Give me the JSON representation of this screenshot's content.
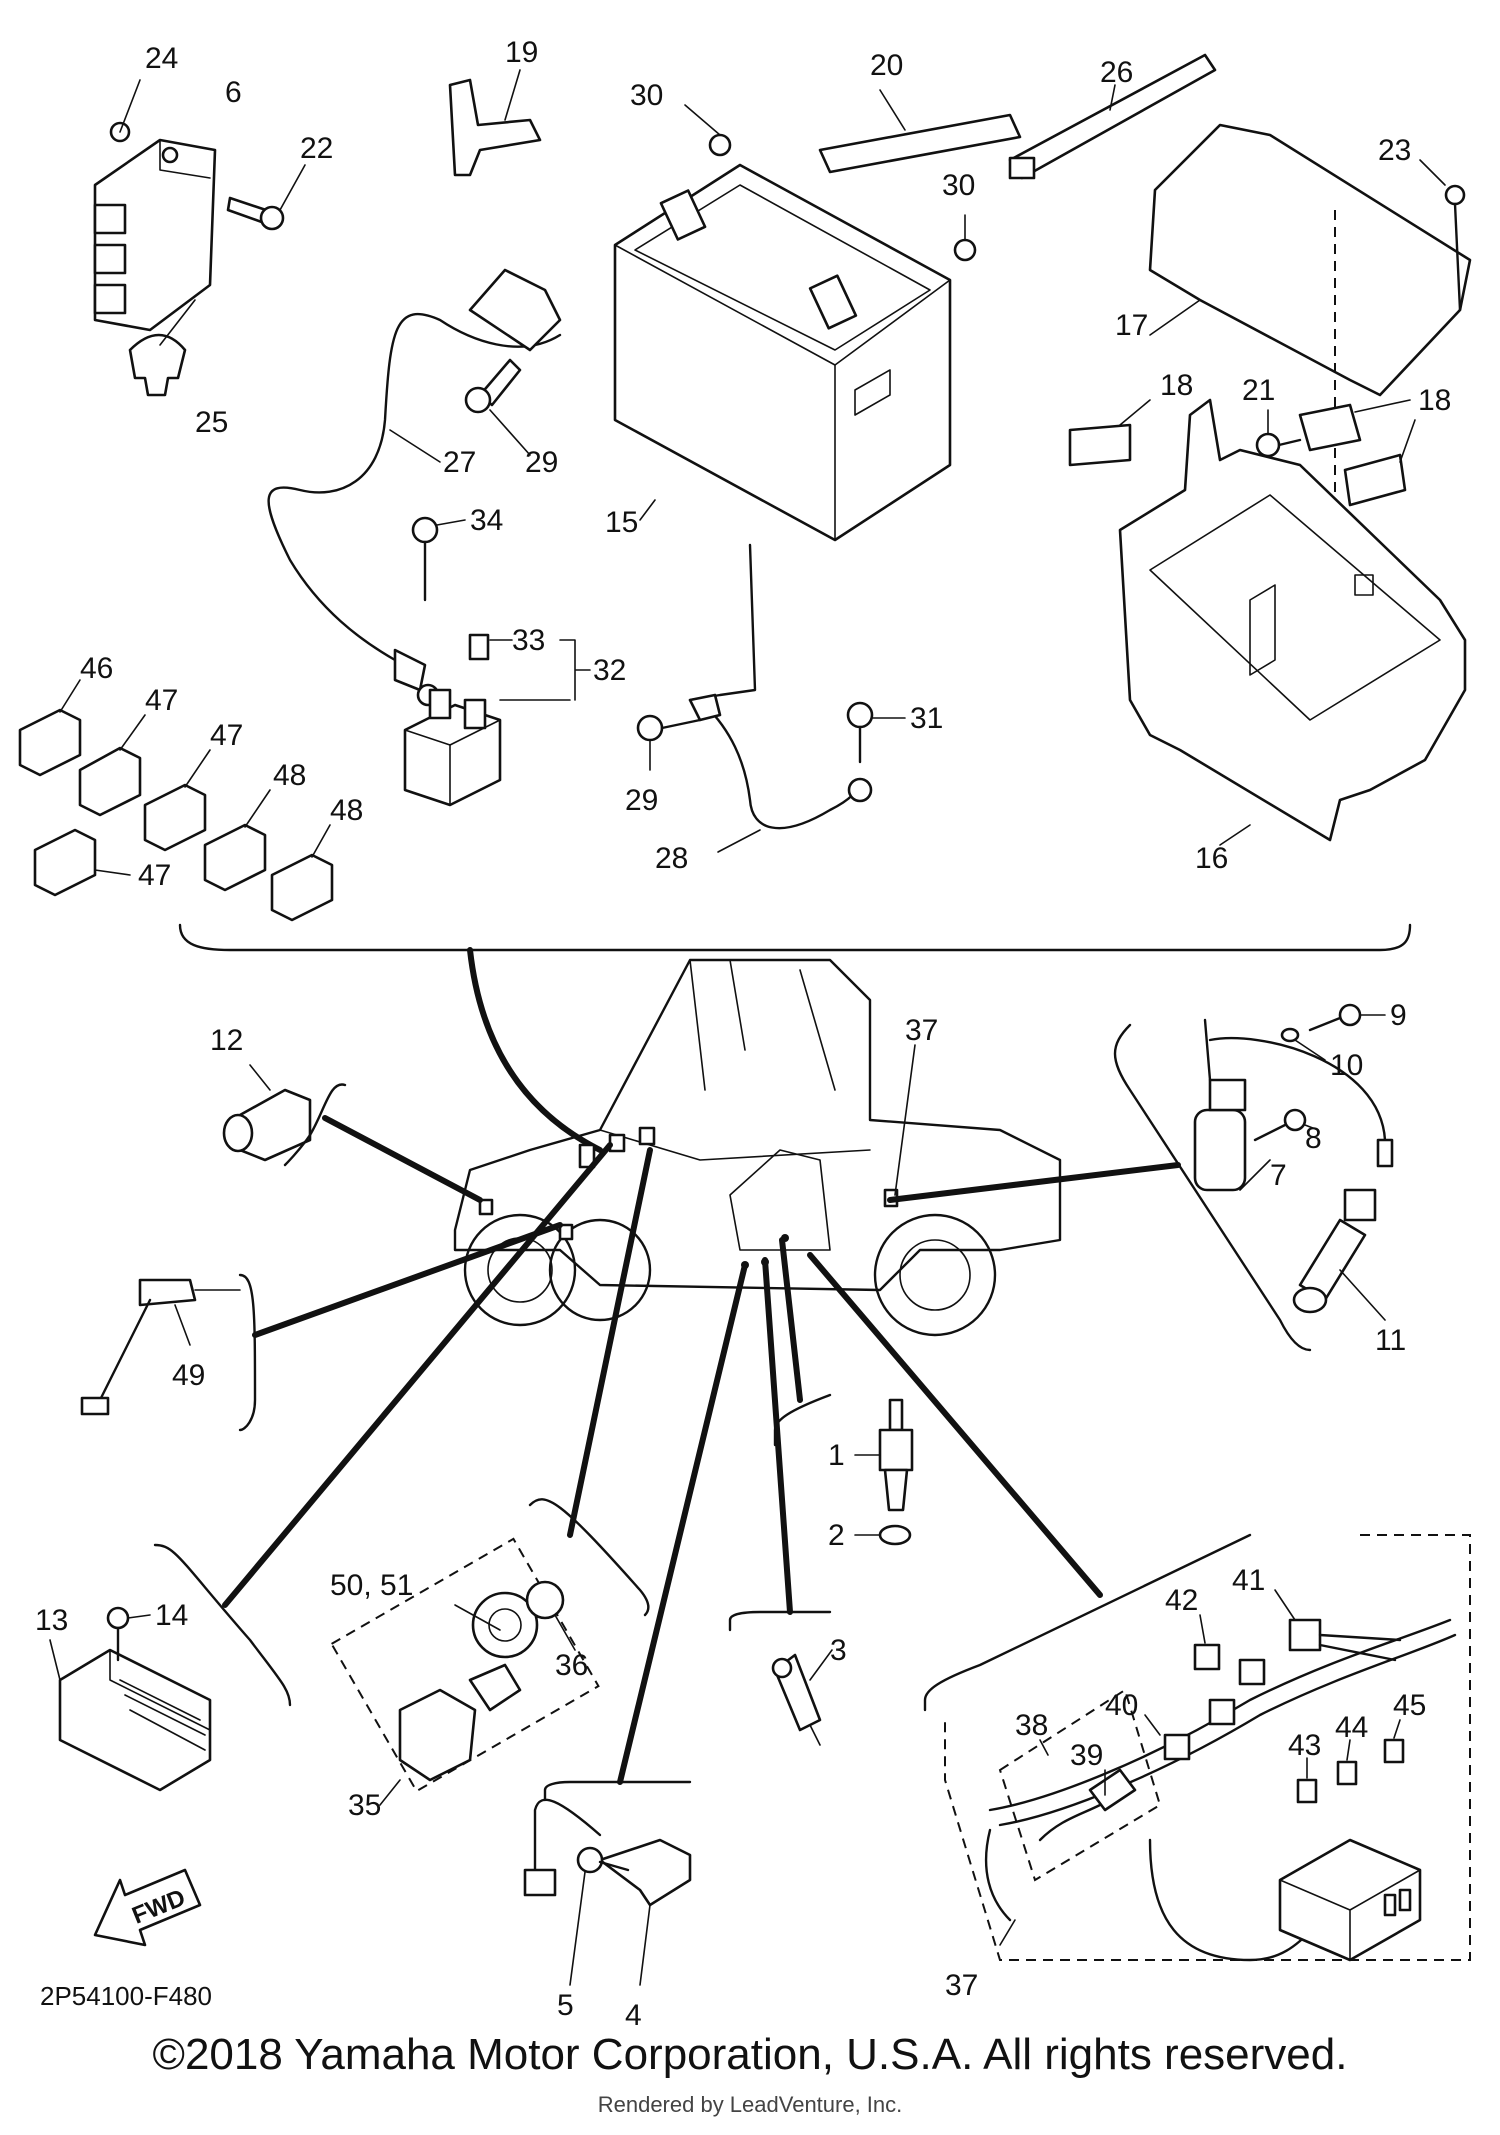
{
  "diagram_code": "2P54100-F480",
  "fwd_label": "FWD",
  "copyright": "©2018 Yamaha Motor Corporation, U.S.A. All rights reserved.",
  "render_note": "Rendered by LeadVenture, Inc.",
  "callouts": {
    "c1": "1",
    "c2": "2",
    "c3": "3",
    "c4": "4",
    "c5": "5",
    "c6": "6",
    "c7": "7",
    "c8": "8",
    "c9": "9",
    "c10": "10",
    "c11": "11",
    "c12": "12",
    "c13": "13",
    "c14": "14",
    "c15": "15",
    "c16": "16",
    "c17": "17",
    "c18a": "18",
    "c18b": "18",
    "c19": "19",
    "c20": "20",
    "c21": "21",
    "c22": "22",
    "c23": "23",
    "c24": "24",
    "c25": "25",
    "c26": "26",
    "c27": "27",
    "c28": "28",
    "c29a": "29",
    "c29b": "29",
    "c30a": "30",
    "c30b": "30",
    "c31": "31",
    "c32": "32",
    "c33": "33",
    "c34": "34",
    "c35": "35",
    "c36": "36",
    "c37a": "37",
    "c37b": "37",
    "c38": "38",
    "c39": "39",
    "c40": "40",
    "c41": "41",
    "c42": "42",
    "c43": "43",
    "c44": "44",
    "c45": "45",
    "c46": "46",
    "c47a": "47",
    "c47b": "47",
    "c47c": "47",
    "c48a": "48",
    "c48b": "48",
    "c49": "49",
    "c50_51": "50, 51"
  }
}
